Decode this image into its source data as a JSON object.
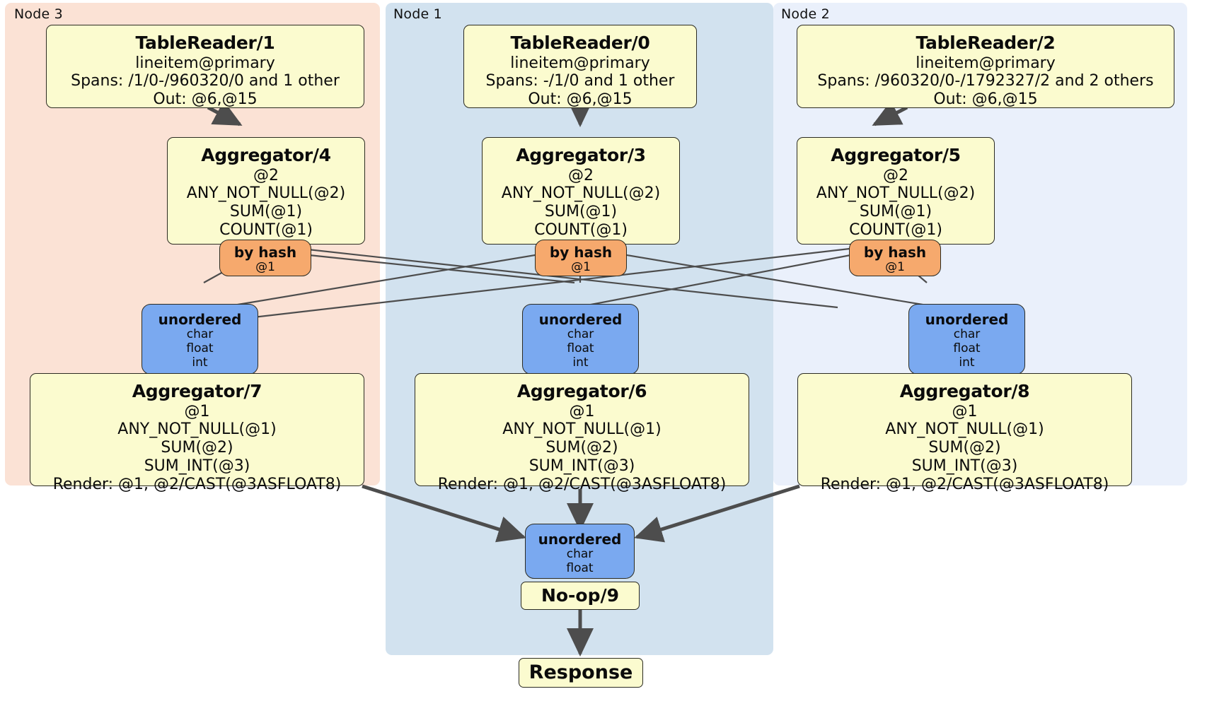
{
  "diagram": {
    "type": "distributed-query-execution-plan",
    "colors": {
      "node3_panel": "#fbe2d5",
      "node1_panel": "#d2e2ef",
      "node2_panel": "#eaf0fb",
      "processor_box": "#fbfbcf",
      "hash_router": "#f6a96d",
      "unordered_router": "#7aa9f0",
      "edge": "#4d4d4d",
      "border": "#2b2b22"
    },
    "panels": [
      {
        "id": "node3",
        "label": "Node 3"
      },
      {
        "id": "node1",
        "label": "Node 1"
      },
      {
        "id": "node2",
        "label": "Node 2"
      }
    ],
    "processors": {
      "table_reader_1": {
        "title": "TableReader/1",
        "lines": [
          "lineitem@primary",
          "Spans: /1/0-/960320/0 and 1 other",
          "Out: @6,@15"
        ]
      },
      "table_reader_0": {
        "title": "TableReader/0",
        "lines": [
          "lineitem@primary",
          "Spans: -/1/0 and 1 other",
          "Out: @6,@15"
        ]
      },
      "table_reader_2": {
        "title": "TableReader/2",
        "lines": [
          "lineitem@primary",
          "Spans: /960320/0-/1792327/2 and 2 others",
          "Out: @6,@15"
        ]
      },
      "aggregator_4": {
        "title": "Aggregator/4",
        "lines": [
          "@2",
          "ANY_NOT_NULL(@2)",
          "SUM(@1)",
          "COUNT(@1)"
        ]
      },
      "aggregator_3": {
        "title": "Aggregator/3",
        "lines": [
          "@2",
          "ANY_NOT_NULL(@2)",
          "SUM(@1)",
          "COUNT(@1)"
        ]
      },
      "aggregator_5": {
        "title": "Aggregator/5",
        "lines": [
          "@2",
          "ANY_NOT_NULL(@2)",
          "SUM(@1)",
          "COUNT(@1)"
        ]
      },
      "aggregator_7": {
        "title": "Aggregator/7",
        "lines": [
          "@1",
          "ANY_NOT_NULL(@1)",
          "SUM(@2)",
          "SUM_INT(@3)",
          "Render: @1, @2/CAST(@3ASFLOAT8)"
        ]
      },
      "aggregator_6": {
        "title": "Aggregator/6",
        "lines": [
          "@1",
          "ANY_NOT_NULL(@1)",
          "SUM(@2)",
          "SUM_INT(@3)",
          "Render: @1, @2/CAST(@3ASFLOAT8)"
        ]
      },
      "aggregator_8": {
        "title": "Aggregator/8",
        "lines": [
          "@1",
          "ANY_NOT_NULL(@1)",
          "SUM(@2)",
          "SUM_INT(@3)",
          "Render: @1, @2/CAST(@3ASFLOAT8)"
        ]
      },
      "noop_9": {
        "title": "No-op/9"
      },
      "response": {
        "title": "Response"
      }
    },
    "routers": {
      "by_hash_4": {
        "title": "by hash",
        "lines": [
          "@1"
        ]
      },
      "by_hash_3": {
        "title": "by hash",
        "lines": [
          "@1"
        ]
      },
      "by_hash_5": {
        "title": "by hash",
        "lines": [
          "@1"
        ]
      },
      "unordered_7": {
        "title": "unordered",
        "lines": [
          "char",
          "float",
          "int"
        ]
      },
      "unordered_6": {
        "title": "unordered",
        "lines": [
          "char",
          "float",
          "int"
        ]
      },
      "unordered_8": {
        "title": "unordered",
        "lines": [
          "char",
          "float",
          "int"
        ]
      },
      "unordered_final": {
        "title": "unordered",
        "lines": [
          "char",
          "float"
        ]
      }
    }
  }
}
